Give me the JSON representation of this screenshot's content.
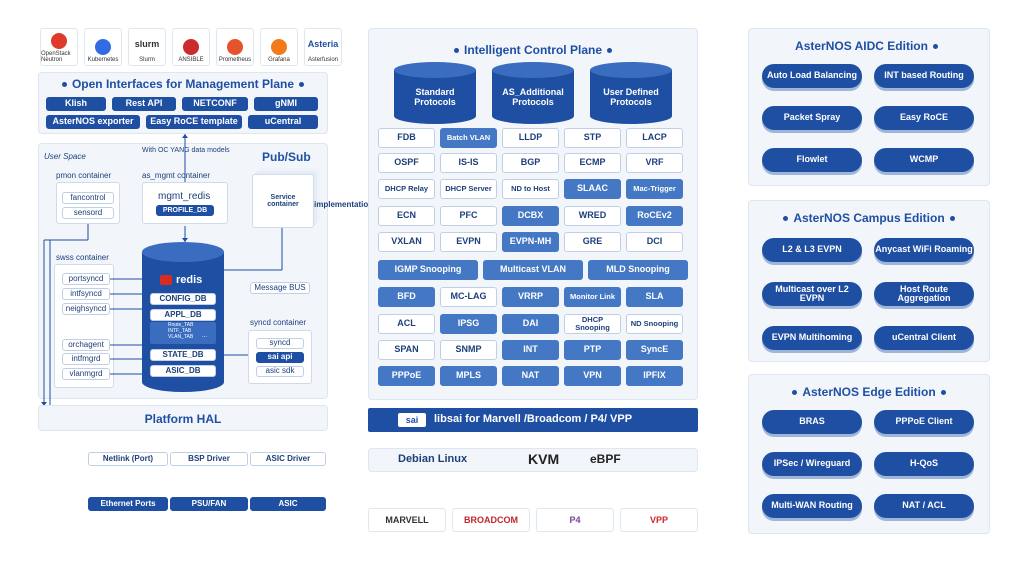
{
  "logos": [
    {
      "label": "OpenStack Neutron",
      "icon": "openstack-icon",
      "color": "#e03a2b"
    },
    {
      "label": "Kubernetes",
      "icon": "kubernetes-icon",
      "color": "#326ce5"
    },
    {
      "label": "Slurm",
      "icon": "slurm-icon",
      "color": "#333333",
      "text": "slurm"
    },
    {
      "label": "ANSIBLE",
      "icon": "ansible-icon",
      "color": "#cc2b2b"
    },
    {
      "label": "Prometheus",
      "icon": "prometheus-icon",
      "color": "#e6522c"
    },
    {
      "label": "Grafana",
      "icon": "grafana-icon",
      "color": "#f27a1a"
    },
    {
      "label": "Asterfusion",
      "icon": "asteria-icon",
      "color": "#1f4fa3",
      "text": "Asteria"
    }
  ],
  "mgmt": {
    "title": "Open Interfaces for Management Plane",
    "items": [
      "Klish",
      "Rest API",
      "NETCONF",
      "gNMI",
      "AsterNOS exporter",
      "Easy RoCE template",
      "uCentral"
    ]
  },
  "userspace": {
    "user_space": "User Space",
    "pubsub": "Pub/Sub",
    "oc_yang": "With OC YANG data models",
    "pmon": "pmon container",
    "fancontrol": "fancontrol",
    "sensord": "sensord",
    "as_mgmt": "as_mgmt container",
    "mgmt_redis": "mgmt_redis",
    "profile_db": "PROFILE_DB",
    "service": "Service container",
    "implementation": "implementation",
    "swss": "swss container",
    "portsyncd": "portsyncd",
    "intfsyncd": "intfsyncd",
    "neighsyncd": "neighsyncd",
    "orchagent": "orchagent",
    "intfmgrd": "intfmgrd",
    "vlanmgrd": "vlanmgrd",
    "redis": "redis",
    "config_db": "CONFIG_DB",
    "appl_db": "APPL_DB",
    "route_tab": "Route_TAB",
    "intf_tab": "INTF_TAB",
    "vlan_tab": "VLAN_TAB",
    "ellipsis": "...",
    "state_db": "STATE_DB",
    "asic_db": "ASIC_DB",
    "message_bus": "Message BUS",
    "syncd_container": "syncd container",
    "syncd": "syncd",
    "sai_api": "sai api",
    "asic_sdk": "asic sdk",
    "platform_hal": "Platform HAL"
  },
  "hal_row1": [
    "Netlink (Port)",
    "BSP Driver",
    "ASIC Driver"
  ],
  "hal_row2": [
    "Ethernet Ports",
    "PSU/FAN",
    "ASIC"
  ],
  "control": {
    "title": "Intelligent Control Plane",
    "protocols": [
      "Standard Protocols",
      "AS_Additional Protocols",
      "User Defined Protocols"
    ],
    "rows": [
      [
        "FDB",
        "Batch VLAN",
        "LLDP",
        "STP",
        "LACP"
      ],
      [
        "OSPF",
        "IS-IS",
        "BGP",
        "ECMP",
        "VRF"
      ],
      [
        "DHCP Relay",
        "DHCP Server",
        "ND to Host",
        "SLAAC",
        "Mac-Trigger"
      ],
      [
        "ECN",
        "PFC",
        "DCBX",
        "WRED",
        "RoCEv2"
      ],
      [
        "VXLAN",
        "EVPN",
        "EVPN-MH",
        "GRE",
        "DCI"
      ],
      [
        "BFD",
        "MC-LAG",
        "VRRP",
        "Monitor Link",
        "SLA"
      ],
      [
        "ACL",
        "IPSG",
        "DAI",
        "DHCP Snooping",
        "ND Snooping"
      ],
      [
        "SPAN",
        "SNMP",
        "INT",
        "PTP",
        "SyncE"
      ],
      [
        "PPPoE",
        "MPLS",
        "NAT",
        "VPN",
        "IPFIX"
      ]
    ],
    "snooping_row": [
      "IGMP Snooping",
      "Multicast VLAN",
      "MLD Snooping"
    ],
    "sai_badge": "sai",
    "libsai": "libsai for Marvell  /Broadcom /  P4/  VPP",
    "debian": "Debian Linux",
    "kvm": "KVM",
    "ebpf": "eBPF"
  },
  "vendors": [
    "MARVELL",
    "BROADCOM",
    "P4",
    "VPP"
  ],
  "aidc": {
    "title": "AsterNOS AIDC Edition",
    "items": [
      "Auto Load Balancing",
      "INT based Routing",
      "Packet Spray",
      "Easy RoCE",
      "Flowlet",
      "WCMP"
    ]
  },
  "campus": {
    "title": "AsterNOS Campus Edition",
    "items": [
      "L2 & L3 EVPN",
      "Anycast WiFi Roaming",
      "Multicast over L2 EVPN",
      "Host Route Aggregation",
      "EVPN Multihoming",
      "uCentral Client"
    ]
  },
  "edge": {
    "title": "AsterNOS Edge Edition",
    "items": [
      "BRAS",
      "PPPoE Client",
      "IPSec / Wireguard",
      "H-QoS",
      "Multi-WAN Routing",
      "NAT / ACL"
    ]
  }
}
